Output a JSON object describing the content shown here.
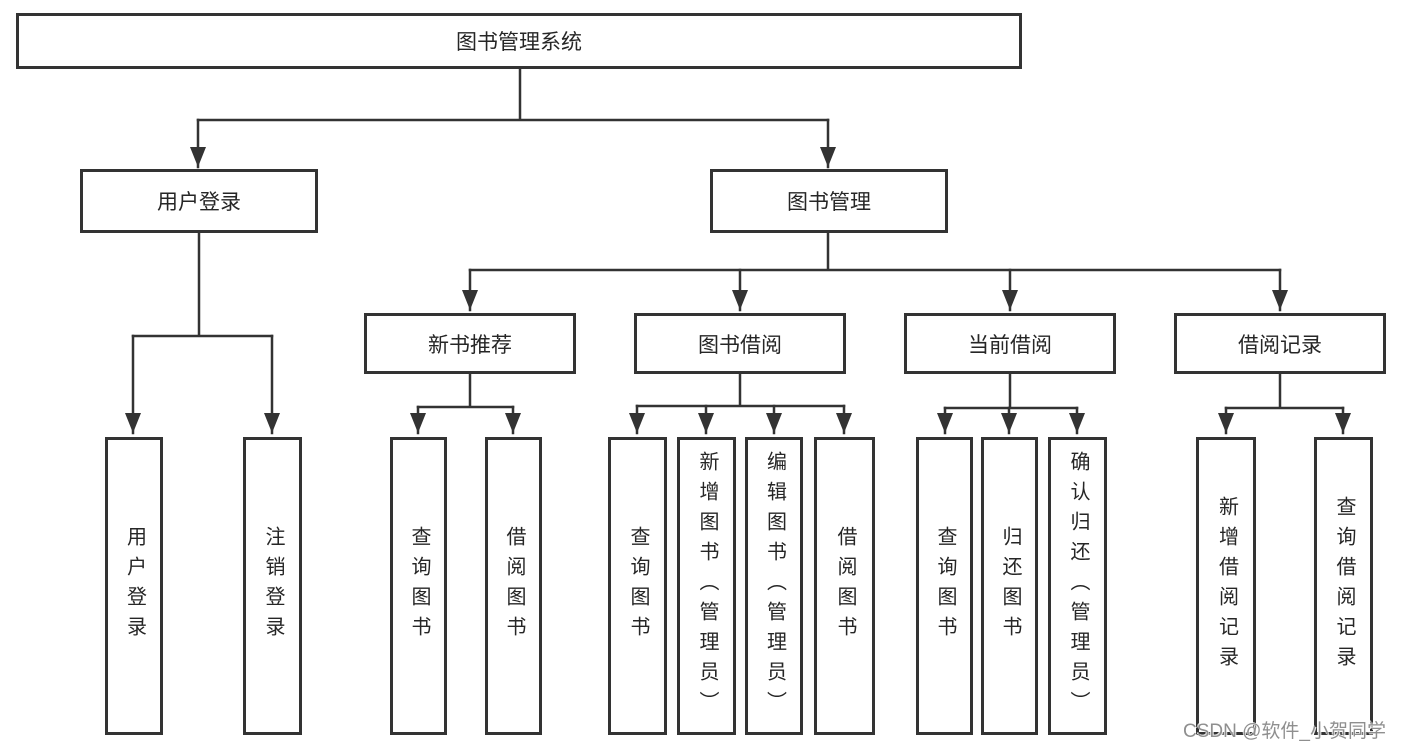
{
  "tree": {
    "label": "图书管理系统",
    "children": [
      {
        "label": "用户登录",
        "children": [
          {
            "label": "用户登录"
          },
          {
            "label": "注销登录"
          }
        ]
      },
      {
        "label": "图书管理",
        "children": [
          {
            "label": "新书推荐",
            "children": [
              {
                "label": "查询图书"
              },
              {
                "label": "借阅图书"
              }
            ]
          },
          {
            "label": "图书借阅",
            "children": [
              {
                "label": "查询图书"
              },
              {
                "label": "新增图书（管理员）"
              },
              {
                "label": "编辑图书（管理员）"
              },
              {
                "label": "借阅图书"
              }
            ]
          },
          {
            "label": "当前借阅",
            "children": [
              {
                "label": "查询图书"
              },
              {
                "label": "归还图书"
              },
              {
                "label": "确认归还（管理员）"
              }
            ]
          },
          {
            "label": "借阅记录",
            "children": [
              {
                "label": "新增借阅记录"
              },
              {
                "label": "查询借阅记录"
              }
            ]
          }
        ]
      }
    ]
  },
  "watermark": "CSDN @软件_小贺同学",
  "colors": {
    "line": "#333333",
    "text": "#262626",
    "watermark": "#8f8f8f",
    "background": "#ffffff"
  }
}
